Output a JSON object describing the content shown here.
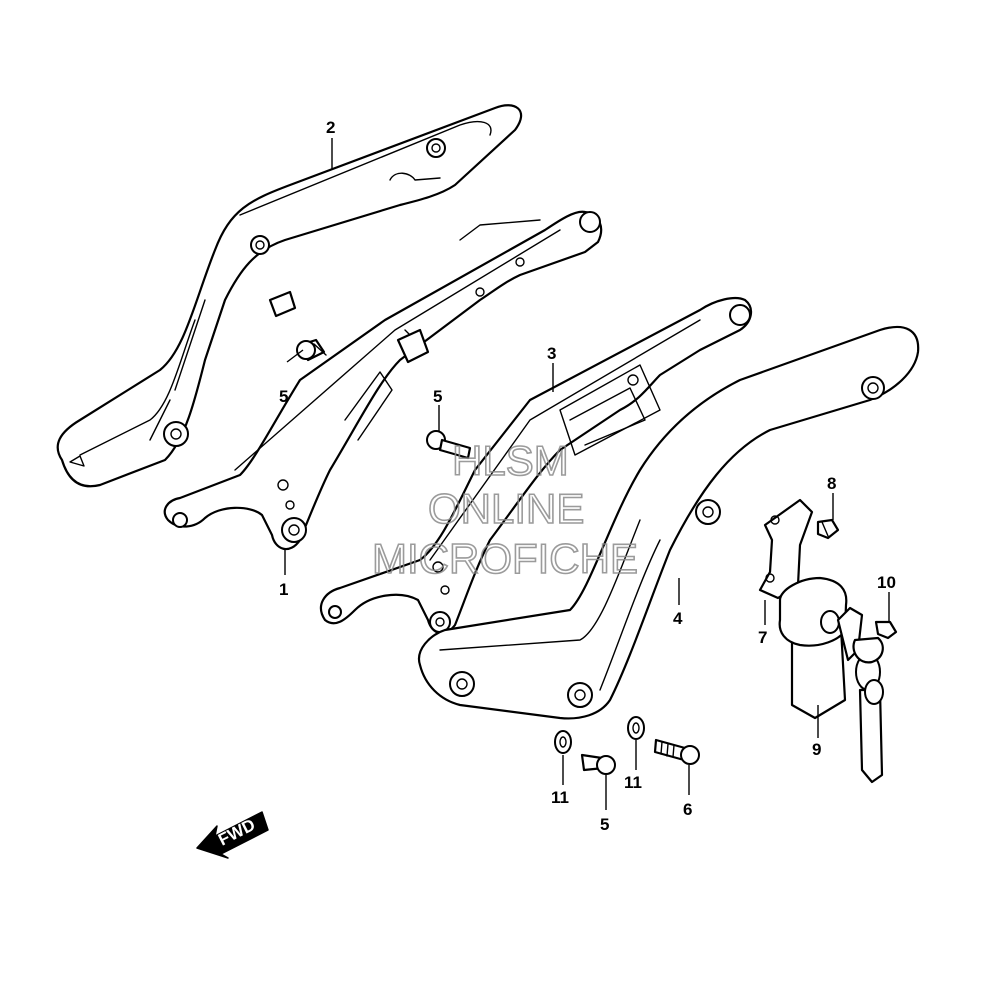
{
  "callouts": {
    "part_1": "1",
    "part_2": "2",
    "part_3": "3",
    "part_4": "4",
    "part_5a": "5",
    "part_5b": "5",
    "part_5c": "5",
    "part_6": "6",
    "part_7": "7",
    "part_8": "8",
    "part_9": "9",
    "part_10": "10",
    "part_11a": "11",
    "part_11b": "11"
  },
  "direction_arrow": {
    "label": "FWD",
    "icon": "fwd-arrow-icon"
  },
  "watermark": {
    "line1": "HLSM",
    "line2": "ONLINE",
    "line3": "MICROFICHE",
    "color": "#8a8a8a"
  },
  "colors": {
    "line": "#000000",
    "background": "#ffffff"
  }
}
